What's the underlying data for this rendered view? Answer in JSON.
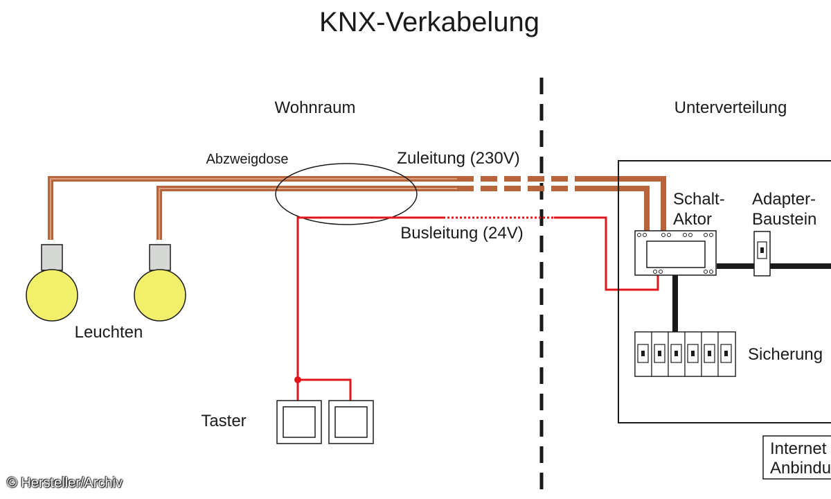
{
  "title": "KNX-Verkabelung",
  "zones": {
    "left": "Wohnraum",
    "right": "Unterverteilung"
  },
  "labels": {
    "junction_box": "Abzweigdose",
    "supply_line": "Zuleitung (230V)",
    "bus_line": "Busleitung (24V)",
    "lamps": "Leuchten",
    "switches": "Taster",
    "switch_actuator_line1": "Schalt-",
    "switch_actuator_line2": "Aktor",
    "adapter_line1": "Adapter-",
    "adapter_line2": "Baustein",
    "fuses": "Sicherung",
    "internet_line1": "Internet",
    "internet_line2": "Anbindu"
  },
  "credit": "© Hersteller/Archiv",
  "colors": {
    "power_cable": "#b8643a",
    "bus_cable": "#e0161b",
    "lamp_bulb": "#f2f06a",
    "lamp_socket": "#d6d8d6",
    "outline": "#1a1a1a"
  }
}
